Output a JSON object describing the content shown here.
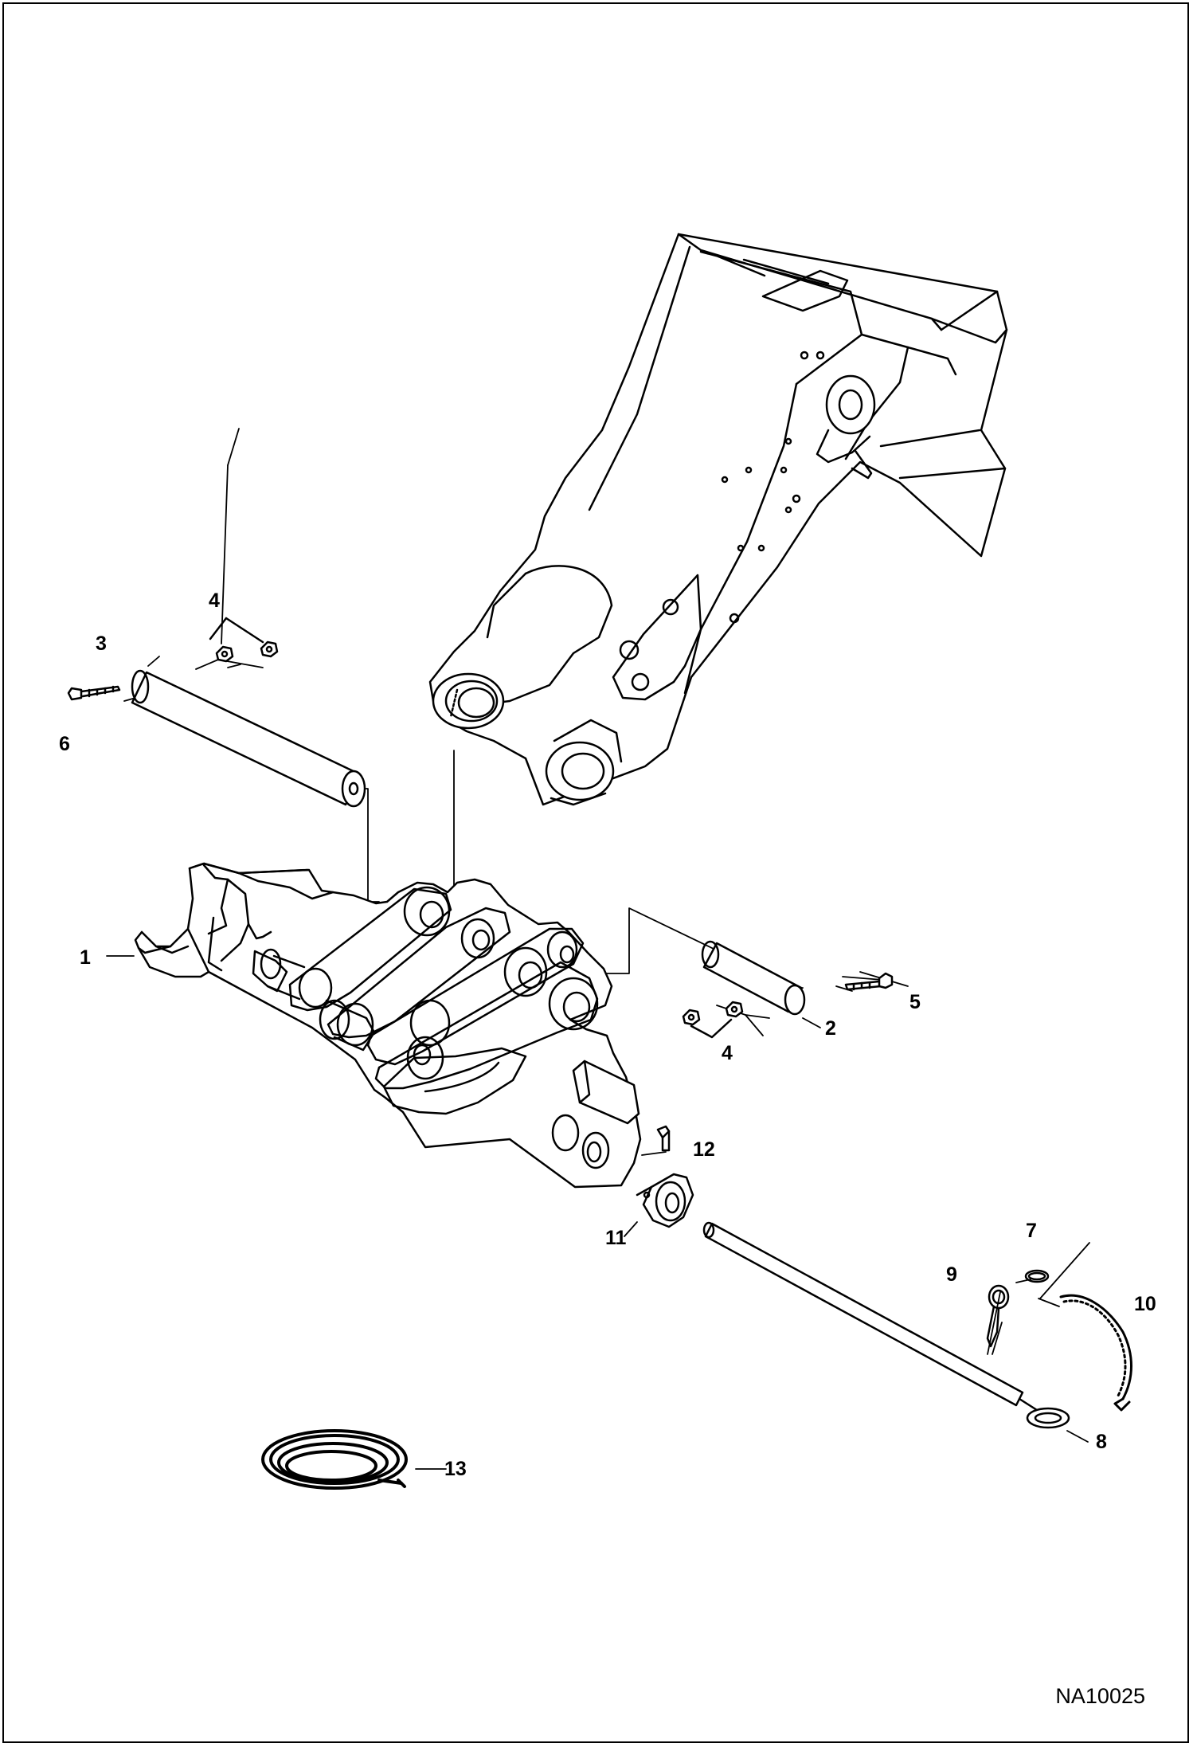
{
  "figure": {
    "id": "NA10025"
  },
  "callouts": [
    {
      "key": "1",
      "label": "1"
    },
    {
      "key": "2",
      "label": "2"
    },
    {
      "key": "3",
      "label": "3"
    },
    {
      "key": "4a",
      "label": "4"
    },
    {
      "key": "4b",
      "label": "4"
    },
    {
      "key": "5",
      "label": "5"
    },
    {
      "key": "6",
      "label": "6"
    },
    {
      "key": "7",
      "label": "7"
    },
    {
      "key": "8",
      "label": "8"
    },
    {
      "key": "9",
      "label": "9"
    },
    {
      "key": "10",
      "label": "10"
    },
    {
      "key": "11",
      "label": "11"
    },
    {
      "key": "12",
      "label": "12"
    },
    {
      "key": "13",
      "label": "13"
    }
  ]
}
